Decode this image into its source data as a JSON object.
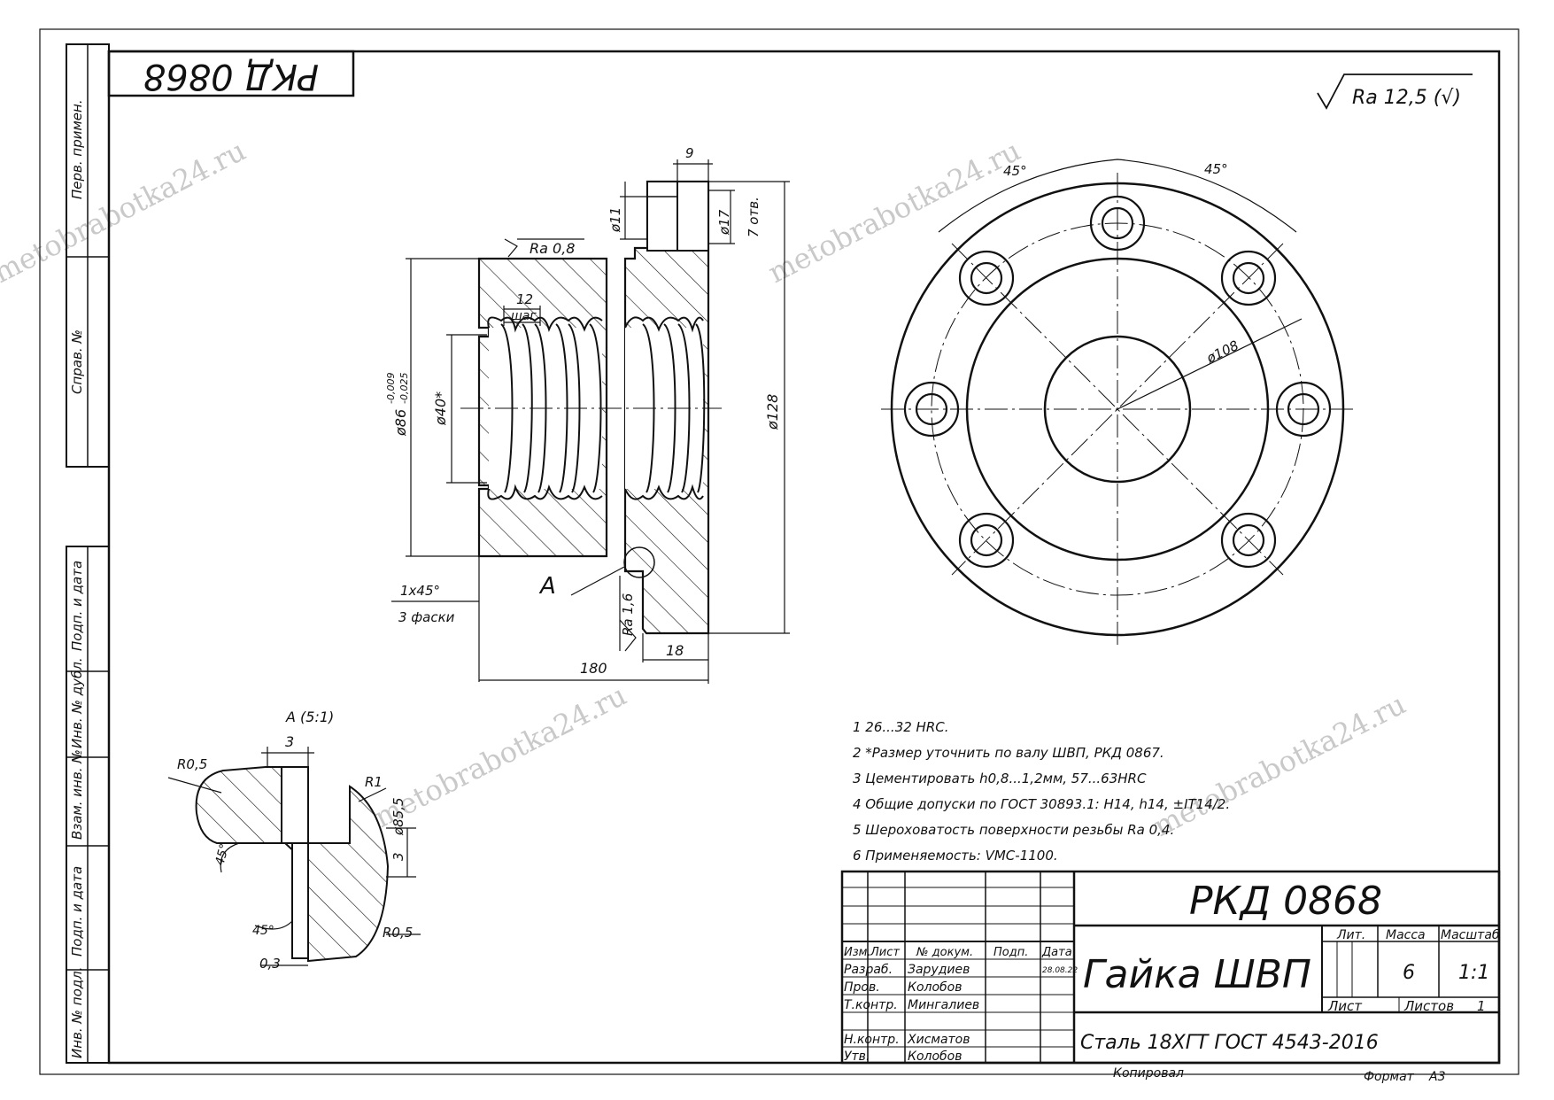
{
  "designation": "РКД 0868",
  "top_stamp": "РКД 0868",
  "title_block": {
    "designation": "РКД 0868",
    "part_name": "Гайка ШВП",
    "material": "Сталь 18ХГТ ГОСТ 4543-2016",
    "lit_header": "Лит.",
    "mass_header": "Масса",
    "scale_header": "Масштаб",
    "mass": "6",
    "scale": "1:1",
    "sheet_label": "Лист",
    "sheets_label": "Листов",
    "sheets": "1",
    "columns": [
      "Изм.",
      "Лист",
      "№ докум.",
      "Подп.",
      "Дата"
    ],
    "date": "28.08.22",
    "roles": [
      {
        "role": "Разраб.",
        "name": "Зарудиев"
      },
      {
        "role": "Пров.",
        "name": "Колобов"
      },
      {
        "role": "Т.контр.",
        "name": "Мингалиев"
      },
      {
        "role": "Н.контр.",
        "name": "Хисматов"
      },
      {
        "role": "Утв.",
        "name": "Колобов"
      }
    ]
  },
  "footer": {
    "copied": "Копировал",
    "format_label": "Формат",
    "format": "А3"
  },
  "side_labels": {
    "perv_primen": "Перв. примен.",
    "sprav": "Справ. №",
    "podp_data": "Подп. и дата",
    "inv_dubl": "Инв. № дубл.",
    "vzam_inv": "Взам. инв. №",
    "podp_data2": "Подп. и дата",
    "inv_podl": "Инв. № подл."
  },
  "roughness_general": "Ra 12,5 (√)",
  "section_view": {
    "ra_bore": "Ra 0,8",
    "ra_face": "Ra 1,6",
    "pitch_value": "12",
    "pitch_label": "шаг",
    "d_outer": "ø86",
    "d_outer_tol_up": "-0,009",
    "d_outer_tol_low": "-0,025",
    "d_thread": "ø40*",
    "d_flange": "ø128",
    "hole_small": "ø11",
    "hole_large": "ø17",
    "holes_count": "7 отв.",
    "counterbore_depth": "9",
    "chamfer": "1х45°",
    "chamfer_note": "3 фаски",
    "detail_ref": "А",
    "length_total": "180",
    "flange_thickness": "18"
  },
  "end_view": {
    "angle1": "45°",
    "angle2": "45°",
    "pcd": "ø108"
  },
  "detail_view": {
    "title": "А (5:1)",
    "width": "3",
    "r_left": "R0,5",
    "r_right": "R1",
    "r_bottom": "R0,5",
    "diameter": "ø85,5",
    "height": "3",
    "angle_top": "45°",
    "angle_bottom": "45°",
    "offset": "0,3"
  },
  "notes": [
    "1  26...32 HRC.",
    "2  *Размер уточнить по валу ШВП, РКД 0867.",
    "3  Цементировать h0,8...1,2мм, 57...63HRC",
    "4  Общие допуски по ГОСТ 30893.1: H14, h14, ±IT14/2.",
    "5  Шероховатость поверхности резьбы Ra 0,4.",
    "6  Применяемость: VMC-1100."
  ],
  "watermark": "metobrabotka24.ru"
}
